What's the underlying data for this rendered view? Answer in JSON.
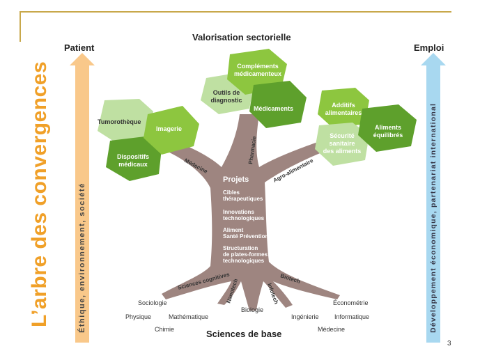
{
  "slide": {
    "title": "L’arbre des convergences",
    "page_number": "3",
    "colors": {
      "title": "#f0a028",
      "trunk": "#9e8580",
      "leaf_bright": "#8dc63f",
      "leaf_dark": "#5ea02c",
      "leaf_light": "#bfe0a2",
      "arrow_left": "#f9c88a",
      "arrow_right": "#a8d8f0",
      "rule": "#c8a84b"
    }
  },
  "diagram": {
    "top_heading": "Valorisation sectorielle",
    "bottom_heading": "Sciences de base",
    "left_arrow": {
      "label": "Patient",
      "axis_text": "Éthique, environnement, société"
    },
    "right_arrow": {
      "label": "Emploi",
      "axis_text": "Développement économique, partenariat international"
    },
    "leaves": {
      "complements": {
        "line1": "Compléments",
        "line2": "médicamenteux"
      },
      "outils": {
        "line1": "Outils de",
        "line2": "diagnostic"
      },
      "medicaments": {
        "line1": "Médicaments"
      },
      "tumorotheque": {
        "line1": "Tumorothèque"
      },
      "imagerie": {
        "line1": "Imagerie"
      },
      "dispositifs": {
        "line1": "Dispositifs",
        "line2": "médicaux"
      },
      "additifs": {
        "line1": "Additifs",
        "line2": "alimentaires"
      },
      "securite": {
        "line1": "Sécurité",
        "line2": "sanitaire",
        "line3": "des aliments"
      },
      "aliments": {
        "line1": "Aliments",
        "line2": "équilibrés"
      }
    },
    "branches": {
      "medecine": "Médecine",
      "pharmacie": "Pharmacie",
      "agro": "Agro-alimentaire",
      "sciences_cognitives": "Sciences cognitives",
      "nanotech": "Nanotech",
      "infotech": "Infotech",
      "biotech": "Biotech"
    },
    "trunk_text": {
      "projets": "Projets",
      "cibles": {
        "line1": "Cibles",
        "line2": "thérapeutiques"
      },
      "innovations": {
        "line1": "Innovations",
        "line2": "technologiques"
      },
      "aliment": {
        "line1": "Aliment",
        "line2": "Santé Prévention"
      },
      "structuration": {
        "line1": "Structuration",
        "line2": "de plates-formes",
        "line3": "technologiques"
      }
    },
    "roots": {
      "sociologie": "Sociologie",
      "physique": "Physique",
      "mathematique": "Mathématique",
      "chimie": "Chimie",
      "biologie": "Biologie",
      "ingenierie": "Ingénierie",
      "econometrie": "Économétrie",
      "informatique": "Informatique",
      "medecine": "Médecine"
    }
  }
}
